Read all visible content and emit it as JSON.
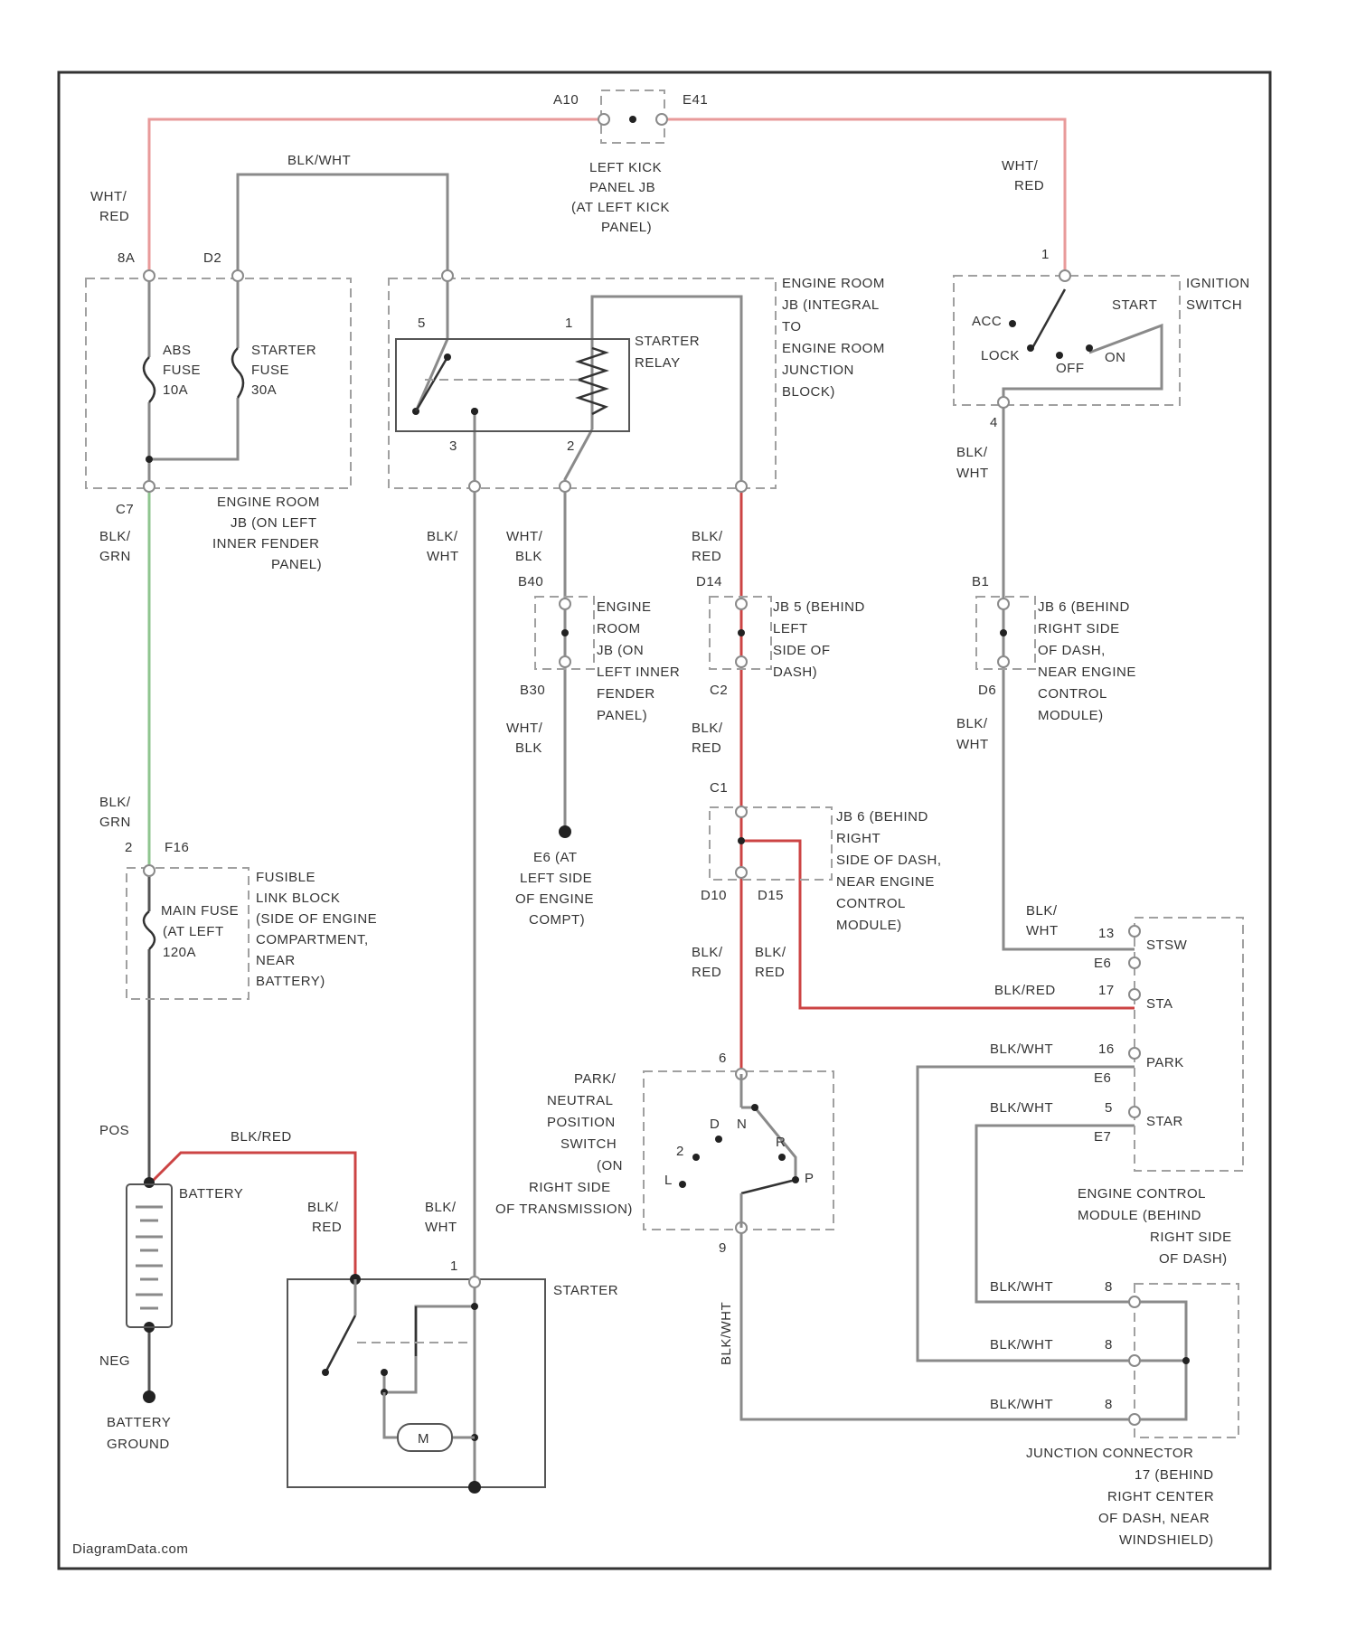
{
  "watermark": "DiagramData.com",
  "wire_colors": {
    "red": "#cc4444",
    "pink": "#e89a9a",
    "green": "#8fc58f",
    "gray": "#8a8a8a"
  },
  "components": {
    "left_kick_jb": {
      "lines": [
        "LEFT KICK",
        "PANEL JB",
        "(AT LEFT KICK",
        "PANEL)"
      ],
      "pin_left": "A10",
      "pin_right": "E41"
    },
    "engine_room_jb_left": {
      "lines": [
        "ENGINE ROOM",
        "JB (ON LEFT",
        "INNER FENDER",
        "PANEL)"
      ]
    },
    "abs_fuse": {
      "lines": [
        "ABS",
        "FUSE",
        "10A"
      ]
    },
    "starter_fuse": {
      "lines": [
        "STARTER",
        "FUSE",
        "30A"
      ]
    },
    "engine_room_jb_integral": {
      "lines": [
        "ENGINE ROOM",
        "JB (INTEGRAL",
        "TO",
        "ENGINE ROOM",
        "JUNCTION",
        "BLOCK)"
      ]
    },
    "starter_relay": {
      "lines": [
        "STARTER",
        "RELAY"
      ]
    },
    "ignition_switch": {
      "title_lines": [
        "IGNITION",
        "SWITCH"
      ],
      "pos_acc": "ACC",
      "pos_lock": "LOCK",
      "pos_off": "OFF",
      "pos_on": "ON",
      "pos_start": "START"
    },
    "er_jb_inner_fender": {
      "lines": [
        "ENGINE",
        "ROOM",
        "JB (ON",
        "LEFT INNER",
        "FENDER",
        "PANEL)"
      ]
    },
    "jb5_left": {
      "lines": [
        "JB 5 (BEHIND",
        "LEFT",
        "SIDE OF",
        "DASH)"
      ]
    },
    "jb6_right_top": {
      "lines": [
        "JB 6 (BEHIND",
        "RIGHT SIDE",
        "OF DASH,",
        "NEAR ENGINE",
        "CONTROL",
        "MODULE)"
      ]
    },
    "jb6_right_mid": {
      "lines": [
        "JB 6 (BEHIND",
        "RIGHT",
        "SIDE OF DASH,",
        "NEAR ENGINE",
        "CONTROL",
        "MODULE)"
      ]
    },
    "ground_e6": {
      "lines": [
        "E6 (AT",
        "LEFT SIDE",
        "OF ENGINE",
        "COMPT)"
      ]
    },
    "fusible_link": {
      "lines": [
        "FUSIBLE",
        "LINK BLOCK",
        "(SIDE OF ENGINE",
        "COMPARTMENT,",
        "NEAR",
        "BATTERY)"
      ],
      "fuse_lines": [
        "MAIN FUSE",
        "(AT LEFT",
        "120A"
      ]
    },
    "pnp_switch": {
      "lines": [
        "PARK/",
        "NEUTRAL",
        "POSITION",
        "SWITCH",
        "(ON",
        "RIGHT SIDE",
        "OF TRANSMISSION)"
      ],
      "gears": [
        "L",
        "2",
        "D",
        "N",
        "R",
        "P"
      ]
    },
    "battery": {
      "label": "BATTERY",
      "pos": "POS",
      "neg": "NEG",
      "ground_lines": [
        "BATTERY",
        "GROUND"
      ]
    },
    "starter": {
      "label": "STARTER",
      "motor": "M"
    },
    "ecm": {
      "lines": [
        "ENGINE CONTROL",
        "MODULE (BEHIND",
        "RIGHT SIDE",
        "OF DASH)"
      ],
      "pins": [
        "STSW",
        "STA",
        "PARK",
        "STAR"
      ]
    },
    "junction_connector": {
      "lines": [
        "JUNCTION CONNECTOR",
        "17 (BEHIND",
        "RIGHT CENTER",
        "OF DASH, NEAR",
        "WINDSHIELD)"
      ]
    }
  },
  "wire_labels": {
    "wht_red_1": [
      "WHT/",
      "RED"
    ],
    "blk_wht_top": "BLK/WHT",
    "wht_red_2": [
      "WHT/",
      "RED"
    ],
    "blk_wht_ign": [
      "BLK/",
      "WHT"
    ],
    "blk_grn_1": [
      "BLK/",
      "GRN"
    ],
    "blk_wht_2": [
      "BLK/",
      "WHT"
    ],
    "wht_blk_1": [
      "WHT/",
      "BLK"
    ],
    "blk_red_1": [
      "BLK/",
      "RED"
    ],
    "wht_blk_2": [
      "WHT/",
      "BLK"
    ],
    "blk_red_2": [
      "BLK/",
      "RED"
    ],
    "blk_wht_3": [
      "BLK/",
      "WHT"
    ],
    "blk_grn_2": [
      "BLK/",
      "GRN"
    ],
    "blk_red_3": [
      "BLK/",
      "RED"
    ],
    "blk_red_4": [
      "BLK/",
      "RED"
    ],
    "blk_wht_ecm": [
      "BLK/",
      "WHT"
    ],
    "blk_red_ecm": "BLK/RED",
    "blk_wht_park": "BLK/WHT",
    "blk_wht_star": "BLK/WHT",
    "blk_red_batt": "BLK/RED",
    "blk_red_starter": [
      "BLK/",
      "RED"
    ],
    "blk_wht_starter": [
      "BLK/",
      "WHT"
    ],
    "blk_wht_vert": "BLK/WHT",
    "blk_wht_jc1": "BLK/WHT",
    "blk_wht_jc2": "BLK/WHT",
    "blk_wht_jc3": "BLK/WHT"
  },
  "pins": {
    "p_8a": "8A",
    "p_d2": "D2",
    "p_c7": "C7",
    "p_1_ign": "1",
    "p_4_ign": "4",
    "p_5_relay": "5",
    "p_1_relay": "1",
    "p_3_relay": "3",
    "p_2_relay": "2",
    "p_b40": "B40",
    "p_b30": "B30",
    "p_d14": "D14",
    "p_c2": "C2",
    "p_b1": "B1",
    "p_d6": "D6",
    "p_c1": "C1",
    "p_d10": "D10",
    "p_d15": "D15",
    "p_2_fl": "2",
    "p_f16": "F16",
    "p_6_pnp": "6",
    "p_9_pnp": "9",
    "p_1_st": "1",
    "p_13": "13",
    "p_e6a": "E6",
    "p_17": "17",
    "p_16": "16",
    "p_e6b": "E6",
    "p_5": "5",
    "p_e7": "E7",
    "p_8a_jc": "8",
    "p_8b_jc": "8",
    "p_8c_jc": "8"
  }
}
